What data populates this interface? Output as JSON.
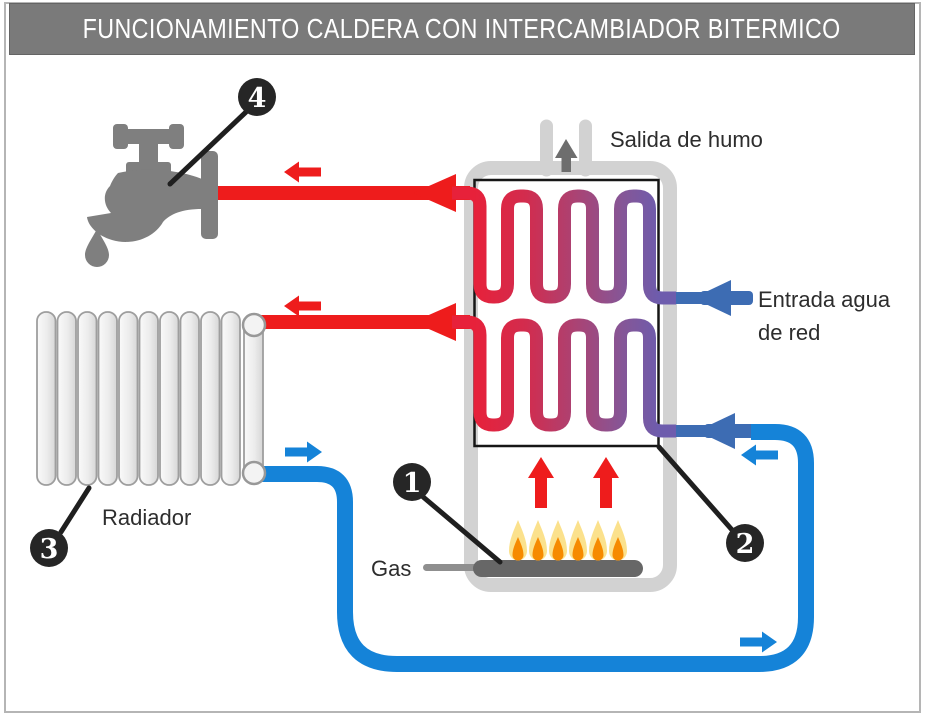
{
  "title": "FUNCIONAMIENTO CALDERA CON INTERCAMBIADOR BITERMICO",
  "labels": {
    "smoke_outlet": "Salida de humo",
    "water_inlet_line1": "Entrada agua",
    "water_inlet_line2": "de red",
    "gas": "Gas",
    "radiator": "Radiador"
  },
  "badges": {
    "burner": "1",
    "exchanger": "2",
    "radiator": "3",
    "tap": "4"
  },
  "colors": {
    "title_bg": "#7a7a7a",
    "title_text": "#ffffff",
    "frame_border": "#b5b5b5",
    "text_dark": "#2d2d2d",
    "pipe_red": "#ee1c1c",
    "pipe_blue": "#1583d8",
    "inlet_blue": "#3d6cb3",
    "coil_c1": "#e7213a",
    "coil_c2": "#d22c4e",
    "coil_c3": "#aa4374",
    "coil_c4": "#855697",
    "coil_c5": "#6d5cad",
    "metal": "#d2d2d2",
    "smoke_gray": "#6e6e6e",
    "faucet_gray": "#7f7f7f",
    "burner_gray": "#676767",
    "flame_outer": "#fbe18c",
    "flame_inner": "#f68a00",
    "badge_bg": "#262626"
  }
}
